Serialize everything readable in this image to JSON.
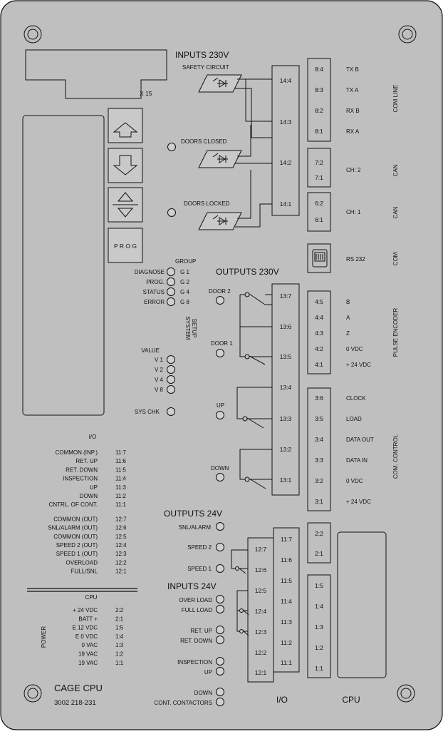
{
  "board": {
    "name": "CAGE CPU",
    "part_number": "3002 218-231",
    "x15_label": "X 15",
    "prog_label": "P R O G",
    "bottom_io_label": "I/O",
    "bottom_cpu_label": "CPU"
  },
  "inputs230": {
    "title": "INPUTS 230V",
    "signals": [
      "SAFETY CIRCUIT",
      "DOORS CLOSED",
      "DOORS LOCKED"
    ],
    "terminals": [
      "14:4",
      "14:3",
      "14:2",
      "14:1"
    ]
  },
  "outputs230": {
    "title": "OUTPUTS 230V",
    "signals": [
      "DOOR 2",
      "DOOR 1",
      "UP",
      "DOWN"
    ],
    "terminals": [
      "13:7",
      "13:6",
      "13:5",
      "13:4",
      "13:3",
      "13:2",
      "13:1"
    ]
  },
  "outputs24": {
    "title": "OUTPUTS 24V",
    "signals": [
      "SNL/ALARM",
      "SPEED 2",
      "SPEED 1"
    ]
  },
  "inputs24": {
    "title": "INPUTS 24V",
    "signals": [
      "OVER LOAD",
      "FULL LOAD",
      "RET. UP",
      "RET. DOWN",
      "INSPECTION",
      "UP",
      "DOWN",
      "CONT. CONTACTORS"
    ]
  },
  "term12": [
    "12:7",
    "12:6",
    "12:5",
    "12:4",
    "12:3",
    "12:2",
    "12:1"
  ],
  "term11": [
    "11:7",
    "11:6",
    "11:5",
    "11:4",
    "11:3",
    "11:2",
    "11:1"
  ],
  "right_connectors": {
    "com_line": {
      "label": "COM LINE",
      "pins": [
        {
          "pin": "8:4",
          "signal": "TX B"
        },
        {
          "pin": "8:3",
          "signal": "TX A"
        },
        {
          "pin": "8:2",
          "signal": "RX B"
        },
        {
          "pin": "8:1",
          "signal": "RX A"
        }
      ]
    },
    "can2": {
      "label": "CAN",
      "pins": [
        "7:2",
        "7:1"
      ],
      "signal": "CH: 2"
    },
    "can1": {
      "label": "CAN",
      "pins": [
        "6:2",
        "6:1"
      ],
      "signal": "CH: 1"
    },
    "com": {
      "label": "COM",
      "signal": "RS 232"
    },
    "encoder": {
      "label": "PULSE ENCODER",
      "pins": [
        {
          "pin": "4:5",
          "signal": "B"
        },
        {
          "pin": "4:4",
          "signal": "A"
        },
        {
          "pin": "4:3",
          "signal": "Z"
        },
        {
          "pin": "4:2",
          "signal": "0 VDC"
        },
        {
          "pin": "4:1",
          "signal": "+ 24 VDC"
        }
      ]
    },
    "com_control": {
      "label": "COM. CONTROL",
      "pins": [
        {
          "pin": "3:6",
          "signal": "CLOCK"
        },
        {
          "pin": "3:5",
          "signal": "LOAD"
        },
        {
          "pin": "3:4",
          "signal": "DATA OUT"
        },
        {
          "pin": "3:3",
          "signal": "DATA IN"
        },
        {
          "pin": "3:2",
          "signal": "0 VDC"
        },
        {
          "pin": "3:1",
          "signal": "+ 24 VDC"
        }
      ]
    },
    "cpu2_pins": [
      "2:2",
      "2:1"
    ],
    "cpu1_pins": [
      "1:5",
      "1:4",
      "1:3",
      "1:2",
      "1:1"
    ]
  },
  "status_panel": {
    "group_label": "GROUP",
    "rows": [
      {
        "name": "DIAGNOSE",
        "group": "G 1"
      },
      {
        "name": "PROG.",
        "group": "G 2"
      },
      {
        "name": "STATUS",
        "group": "G 4"
      },
      {
        "name": "ERROR",
        "group": "G 8"
      }
    ],
    "system_setup_line1": "SYSTEM",
    "system_setup_line2": "SETUP",
    "value_label": "VALUE",
    "values": [
      "V 1",
      "V 2",
      "V 4",
      "V 8"
    ],
    "sys_chk": "SYS CHK"
  },
  "io_table": {
    "title": "I/O",
    "rows": [
      {
        "name": "COMMON (INP.)",
        "pin": "11:7"
      },
      {
        "name": "RET. UP",
        "pin": "11:6"
      },
      {
        "name": "RET. DOWN",
        "pin": "11:5"
      },
      {
        "name": "INSPECTION",
        "pin": "11:4"
      },
      {
        "name": "UP",
        "pin": "11:3"
      },
      {
        "name": "DOWN",
        "pin": "11:2"
      },
      {
        "name": "CNTRL. OF CONT.",
        "pin": "11:1"
      },
      {
        "name": "COMMON (OUT)",
        "pin": "12:7"
      },
      {
        "name": "SNL/ALARM (OUT)",
        "pin": "12:6"
      },
      {
        "name": "COMMON (OUT)",
        "pin": "12:5"
      },
      {
        "name": "SPEED 2 (OUT)",
        "pin": "12:4"
      },
      {
        "name": "SPEED 1 (OUT)",
        "pin": "12:3"
      },
      {
        "name": "OVERLOAD",
        "pin": "12:2"
      },
      {
        "name": "FULL/SNL",
        "pin": "12:1"
      }
    ]
  },
  "cpu_table": {
    "title": "CPU",
    "power_label": "POWER",
    "rows": [
      {
        "name": "+ 24 VDC",
        "pin": "2:2"
      },
      {
        "name": "BATT +",
        "pin": "2:1"
      },
      {
        "name": "E 12 VDC",
        "pin": "1:5"
      },
      {
        "name": "E 0 VDC",
        "pin": "1:4"
      },
      {
        "name": "0 VAC",
        "pin": "1:3"
      },
      {
        "name": "19 VAC",
        "pin": "1:2"
      },
      {
        "name": "19 VAC",
        "pin": "1:1"
      }
    ]
  },
  "colors": {
    "panel": "#bfbfbf",
    "component": "#c9c9c9",
    "line": "#111111"
  }
}
